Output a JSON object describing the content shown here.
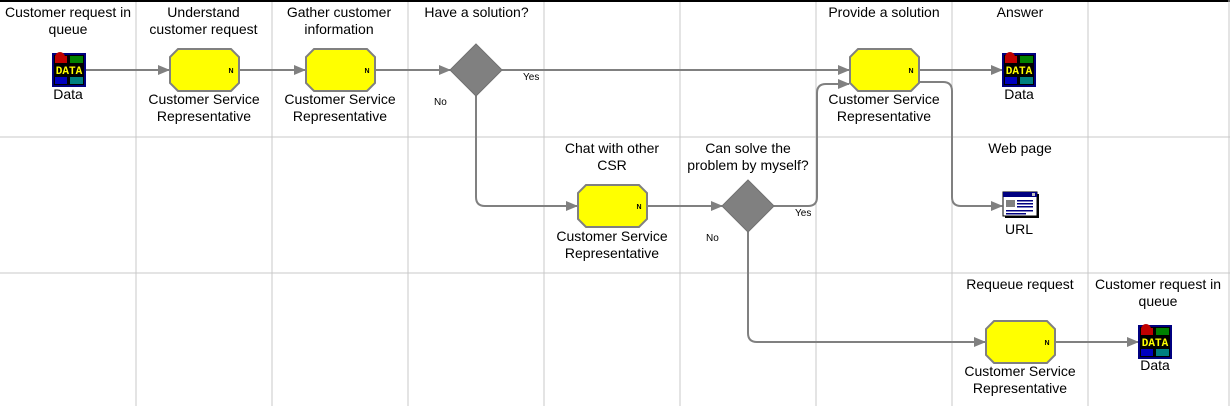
{
  "nodes": {
    "data_start": {
      "title": "Customer request in queue",
      "label": "Data",
      "icon": "data-icon"
    },
    "understand": {
      "title": "Understand customer request",
      "role": "Customer Service Representative",
      "marker": "N"
    },
    "gather": {
      "title": "Gather customer information",
      "role": "Customer Service Representative",
      "marker": "N"
    },
    "decision1": {
      "title": "Have a solution?",
      "yes": "Yes",
      "no": "No"
    },
    "provide": {
      "title": "Provide a solution",
      "role": "Customer Service Representative",
      "marker": "N"
    },
    "answer": {
      "title": "Answer",
      "label": "Data",
      "icon": "data-icon"
    },
    "chat": {
      "title": "Chat with other CSR",
      "role": "Customer Service Representative",
      "marker": "N"
    },
    "decision2": {
      "title": "Can solve the problem by myself?",
      "yes": "Yes",
      "no": "No"
    },
    "webpage": {
      "title": "Web page",
      "label": "URL",
      "icon": "webpage-icon"
    },
    "requeue": {
      "title": "Requeue request",
      "role": "Customer Service Representative",
      "marker": "N"
    },
    "data_end": {
      "title": "Customer request in queue",
      "label": "Data",
      "icon": "data-icon"
    }
  },
  "colors": {
    "activity_fill": "#ffff00",
    "activity_stroke": "#808080",
    "decision_fill": "#808080",
    "connector": "#808080",
    "grid": "#c8c8c8"
  }
}
